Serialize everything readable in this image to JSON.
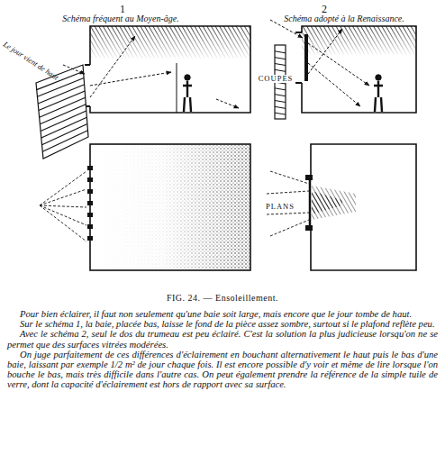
{
  "diagram": {
    "caption": "FIG. 24. — Ensoleillement.",
    "labels": [
      "1",
      "Schéma fréquent au Moyen-âge.",
      "2",
      "Schéma adopté à la Renaissance.",
      "Le jour vient de haut",
      "COUPES",
      "PLANS",
      "Pour bien éclairer, il faut non seulement qu'une baie soit large, mais encore que le jour tombe de haut.",
      "Sur le schéma 1, la baie, placée bas, laisse le fond de la pièce assez sombre, surtout si le plafond reflète peu.",
      "Avec le schéma 2, seul le dos du trumeau est peu éclairé. C'est la solution la plus judicieuse lorsqu'on ne se permet que des surfaces vitrées modérées.",
      "On juge parfaitement de ces différences d'éclairement en bouchant alternativement le haut puis le bas d'une baie, laissant par exemple 1/2 m² de jour chaque fois. Il est encore possible d'y voir et même de lire lorsque l'on bouche le bas, mais très difficile dans l'autre cas. On peut également prendre la référence de la simple tuile de verre, dont la capacité d'éclairement est hors de rapport avec sa surface."
    ]
  }
}
